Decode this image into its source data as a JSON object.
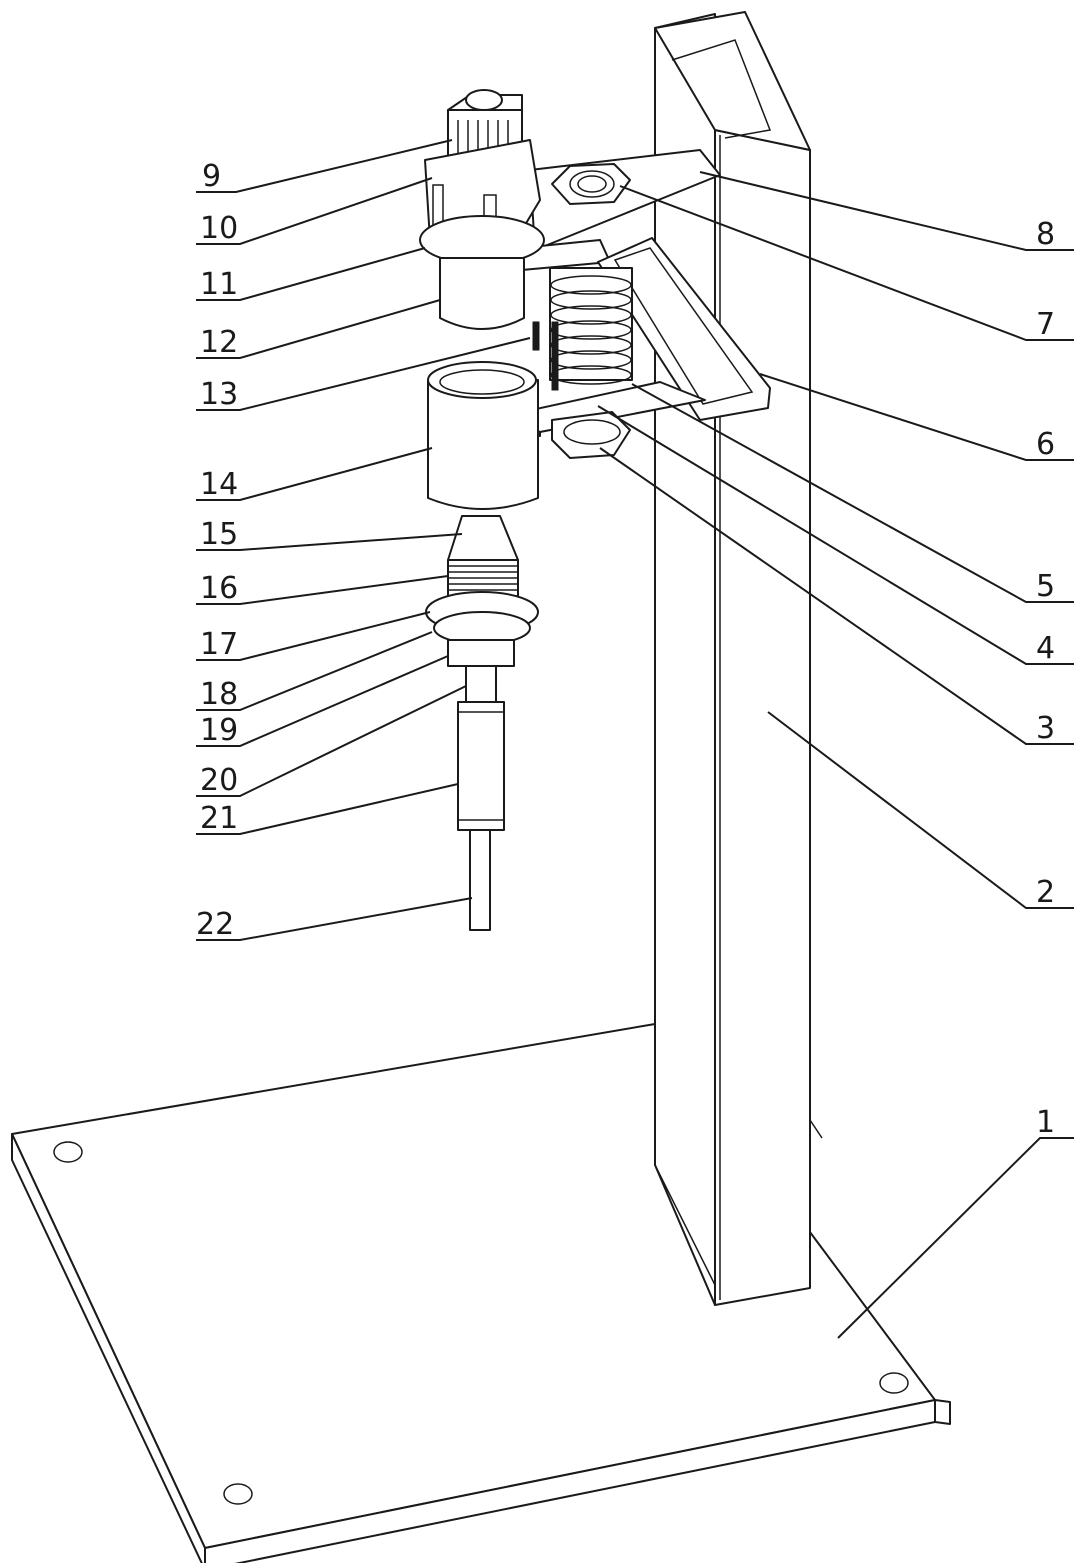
{
  "callouts": {
    "c1": "1",
    "c2": "2",
    "c3": "3",
    "c4": "4",
    "c5": "5",
    "c6": "6",
    "c7": "7",
    "c8": "8",
    "c9": "9",
    "c10": "10",
    "c11": "11",
    "c12": "12",
    "c13": "13",
    "c14": "14",
    "c15": "15",
    "c16": "16",
    "c17": "17",
    "c18": "18",
    "c19": "19",
    "c20": "20",
    "c21": "21",
    "c22": "22"
  },
  "colors": {
    "ink": "#1a1a1a",
    "paper": "#ffffff"
  }
}
